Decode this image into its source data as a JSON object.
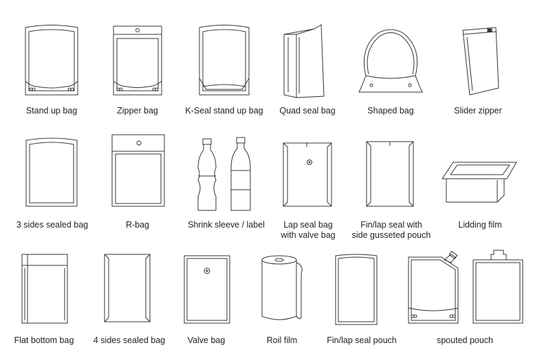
{
  "items": [
    {
      "label": "Stand up bag",
      "icon": "stand-up-bag-icon"
    },
    {
      "label": "Zipper bag",
      "icon": "zipper-bag-icon"
    },
    {
      "label": "K-Seal stand up bag",
      "icon": "k-seal-stand-up-bag-icon"
    },
    {
      "label": "Quad seal bag",
      "icon": "quad-seal-bag-icon"
    },
    {
      "label": "Shaped bag",
      "icon": "shaped-bag-icon"
    },
    {
      "label": "Slider zipper",
      "icon": "slider-zipper-icon"
    },
    {
      "label": "3 sides sealed bag",
      "icon": "three-sides-sealed-bag-icon"
    },
    {
      "label": "R-bag",
      "icon": "r-bag-icon"
    },
    {
      "label": "Shrink sleeve / label",
      "icon": "shrink-sleeve-bottles-icon"
    },
    {
      "label1": "Lap seal bag",
      "label2": "with valve bag",
      "icon": "lap-seal-valve-bag-icon"
    },
    {
      "label1": "Fin/lap seal with",
      "label2": "side gusseted pouch",
      "icon": "side-gusseted-pouch-icon"
    },
    {
      "label": "Lidding film",
      "icon": "lidding-film-tray-icon"
    },
    {
      "label": "Flat bottom bag",
      "icon": "flat-bottom-bag-icon"
    },
    {
      "label": "4 sides sealed bag",
      "icon": "four-sides-sealed-bag-icon"
    },
    {
      "label": "Valve bag",
      "icon": "valve-bag-icon"
    },
    {
      "label": "Roil film",
      "icon": "roll-film-icon"
    },
    {
      "label": "Fin/lap seal pouch",
      "icon": "fin-lap-seal-pouch-icon"
    },
    {
      "label": "spouted pouch",
      "icon": "spouted-pouch-icon"
    }
  ]
}
